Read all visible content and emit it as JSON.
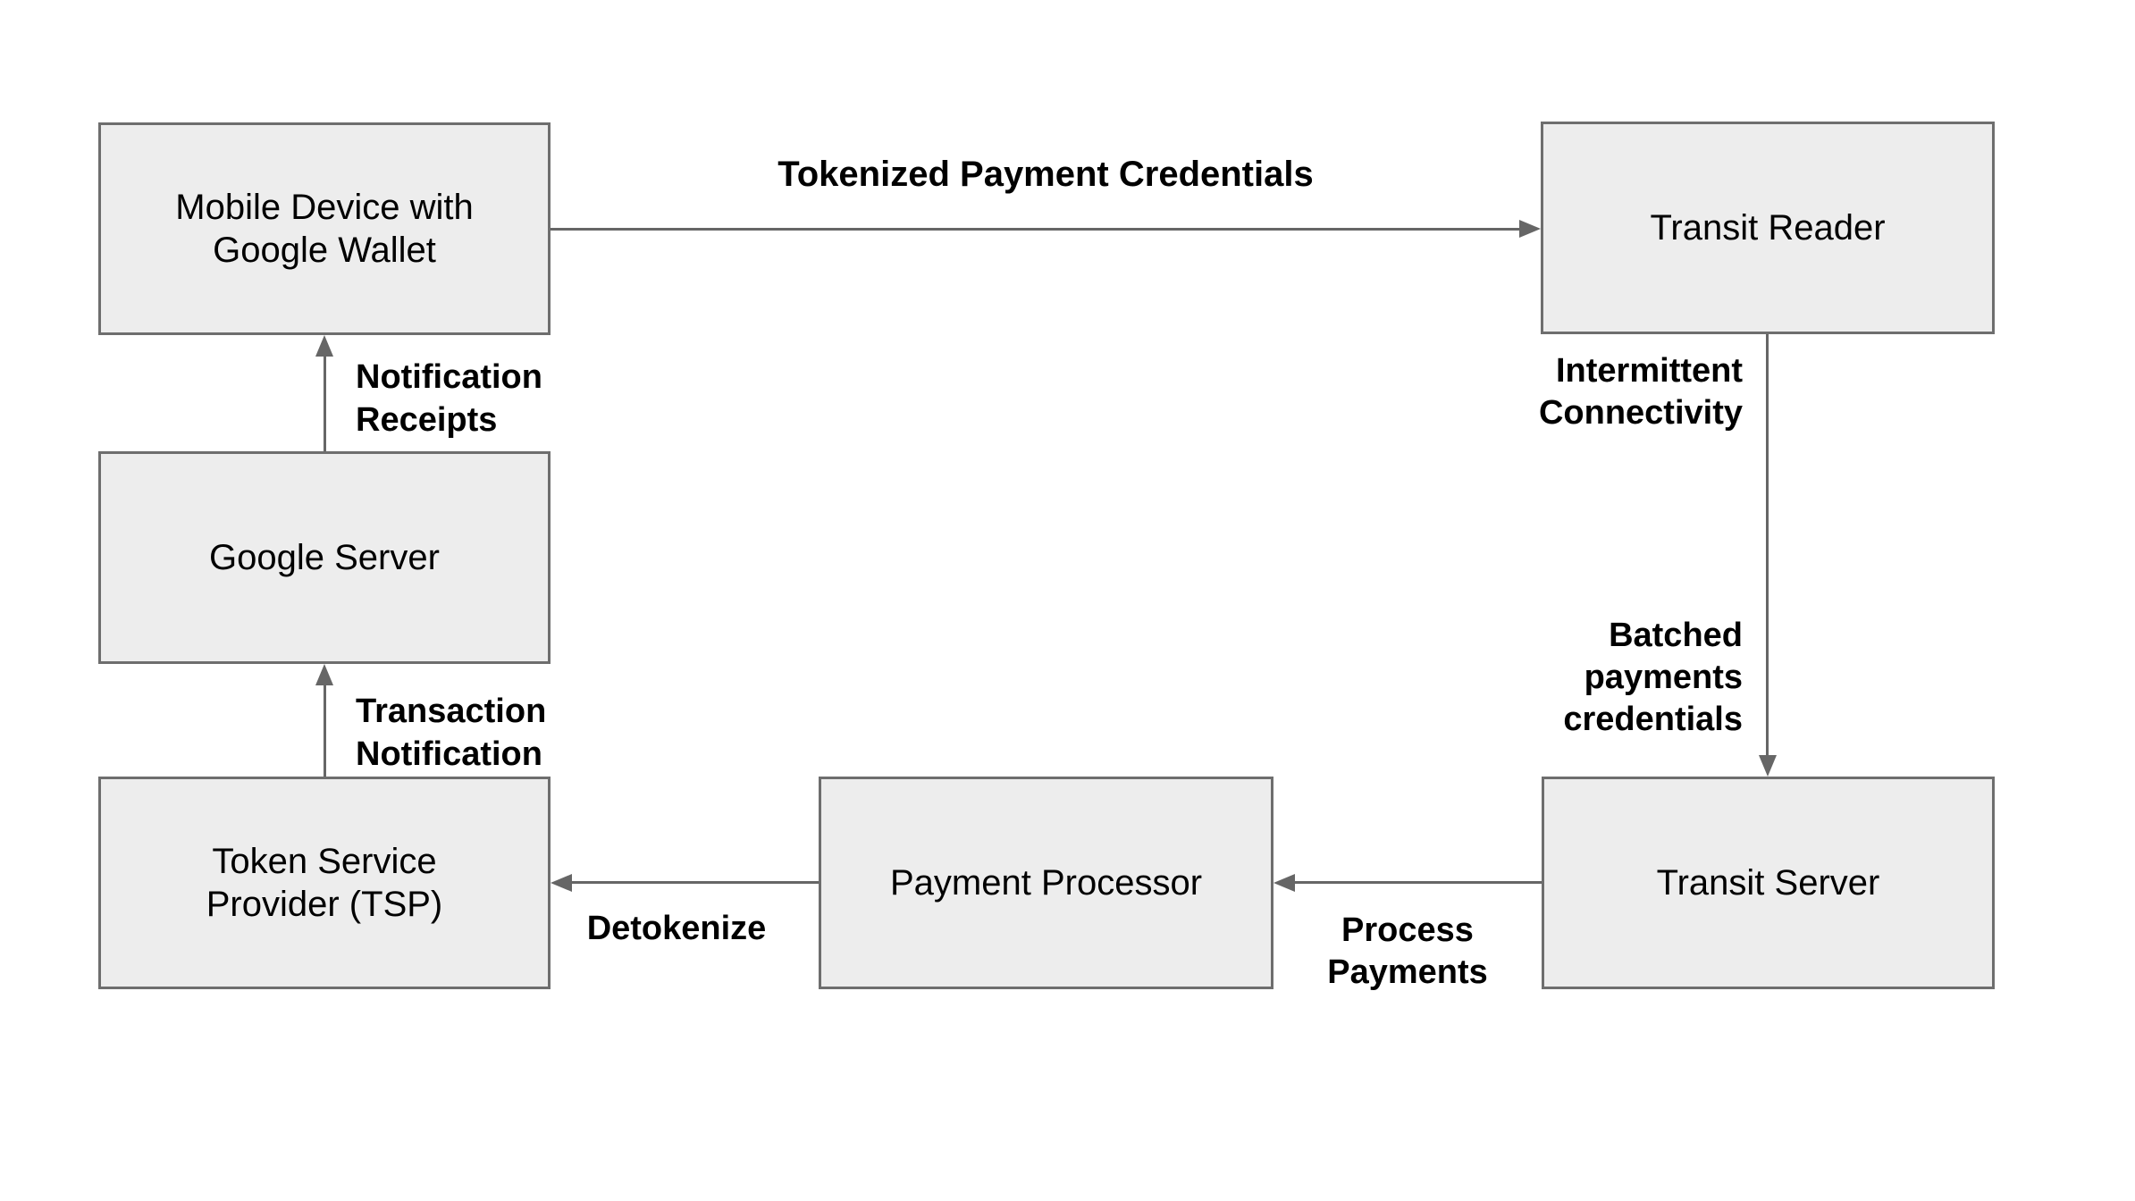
{
  "diagram": {
    "background": "#ffffff",
    "box_fill": "#ededed",
    "box_border": "#6e6e6e",
    "arrow_color": "#666666",
    "text_color": "#000000"
  },
  "nodes": [
    {
      "id": "mobile-device-google-wallet",
      "lines": [
        "Mobile Device with",
        "Google Wallet"
      ]
    },
    {
      "id": "transit-reader",
      "lines": [
        "Transit Reader"
      ]
    },
    {
      "id": "google-server",
      "lines": [
        "Google Server"
      ]
    },
    {
      "id": "token-service-provider",
      "lines": [
        "Token Service",
        "Provider (TSP)"
      ]
    },
    {
      "id": "payment-processor",
      "lines": [
        "Payment Processor"
      ]
    },
    {
      "id": "transit-server",
      "lines": [
        "Transit Server"
      ]
    }
  ],
  "edge_labels": {
    "tokenized_payment_credentials": {
      "lines": [
        "Tokenized Payment Credentials"
      ]
    },
    "intermittent_connectivity": {
      "lines": [
        "Intermittent",
        "Connectivity"
      ]
    },
    "batched_payments_credentials": {
      "lines": [
        "Batched",
        "payments",
        "credentials"
      ]
    },
    "process_payments": {
      "lines": [
        "Process",
        "Payments"
      ]
    },
    "detokenize": {
      "lines": [
        "Detokenize"
      ]
    },
    "transaction_notification": {
      "lines": [
        "Transaction",
        "Notification"
      ]
    },
    "notification_receipts": {
      "lines": [
        "Notification",
        "Receipts"
      ]
    }
  }
}
